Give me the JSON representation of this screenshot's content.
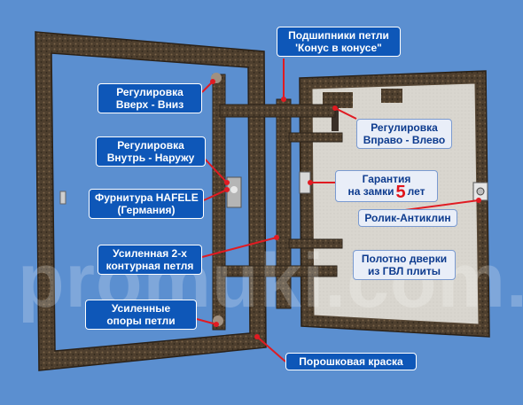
{
  "colors": {
    "background": "#5b8fd0",
    "frame": "#4a3c2c",
    "label_dark_bg": "#0e57b8",
    "label_light_bg": "#e9eef8",
    "leader": "#e01b22",
    "accent_red": "#e0141b"
  },
  "watermark": "promuki.com.ua",
  "labels": {
    "height_adjust": [
      "Регулировка",
      "Вверх - Вниз"
    ],
    "depth_adjust": [
      "Регулировка",
      "Внутрь - Наружу"
    ],
    "hardware": [
      "Фурнитура HAFELE",
      "(Германия)"
    ],
    "hinge": [
      "Усиленная 2-х",
      "контурная петля"
    ],
    "hinge_supports": [
      "Усиленные",
      "опоры петли"
    ],
    "bearings": [
      "Подшипники петли",
      "'Конус в конусе\""
    ],
    "side_adjust": [
      "Регулировка",
      "Вправо - Влево"
    ],
    "warranty": {
      "line1": "Гарантия",
      "line2_pre": "на замки",
      "number": "5",
      "line2_post": "лет"
    },
    "roller": "Ролик-Антиклин",
    "panel": [
      "Полотно дверки",
      "из ГВЛ плиты"
    ],
    "paint": "Порошковая краска"
  }
}
